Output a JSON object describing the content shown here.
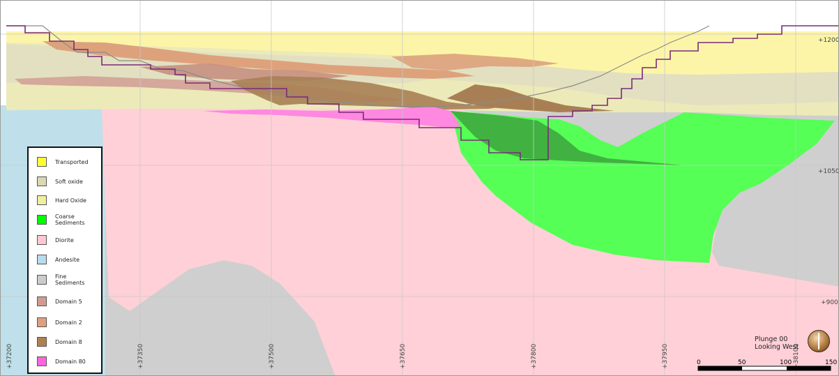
{
  "view": {
    "plunge_label": "Plunge 00",
    "looking_label": "Looking West",
    "compass_icon": "compass-icon"
  },
  "grid": {
    "x_labels": [
      "+37200",
      "+37350",
      "+37500",
      "+37650",
      "+37800",
      "+37950",
      "+38100"
    ],
    "y_labels": [
      "+1200",
      "+1050",
      "+900"
    ]
  },
  "scale_bar": {
    "ticks": [
      "0",
      "50",
      "100",
      "150"
    ]
  },
  "legend": {
    "items": [
      {
        "label": "Transported",
        "color": "#ffff33"
      },
      {
        "label": "Soft oxide",
        "color": "#d9d8b0"
      },
      {
        "label": "Hard Oxide",
        "color": "#f0eea0"
      },
      {
        "label": "Coarse Sediments",
        "color": "#00ff00"
      },
      {
        "label": "Diorite",
        "color": "#ffc8d2"
      },
      {
        "label": "Andesite",
        "color": "#b8dcec"
      },
      {
        "label": "Fine Sediments",
        "color": "#cccccc"
      },
      {
        "label": "Domain 5",
        "color": "#d49a92"
      },
      {
        "label": "Domain 2",
        "color": "#e0a080"
      },
      {
        "label": "Domain 8",
        "color": "#b08050"
      },
      {
        "label": "Domain 80",
        "color": "#ff66dd"
      }
    ]
  },
  "colors": {
    "transported": "#fcf5a8",
    "soft_oxide": "#e2e0c0",
    "hard_oxide": "#eceab8",
    "coarse_sediments": "#55ff55",
    "diorite": "#ffd0d8",
    "andesite": "#bfe0ea",
    "fine_sediments": "#cfcfcf",
    "domain5": "#d4a89a",
    "domain2": "#dda27c",
    "domain8": "#a87f55",
    "domain80": "#ff88e0",
    "pit_shell_1": "#7a2a78",
    "pit_shell_2": "#8a8a8a"
  }
}
